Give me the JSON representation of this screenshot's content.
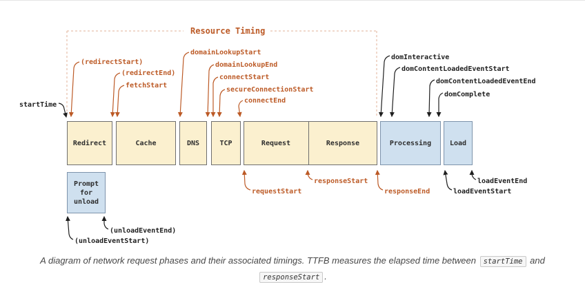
{
  "colors": {
    "orange": "#bc5a26",
    "dash": "#e2b197",
    "ink": "#1f1f1f",
    "tan_fill": "#fbf0cf",
    "tan_border": "#6e6e6e",
    "blue_fill": "#cfe0ef",
    "blue_border": "#7d93ab",
    "box_text": "#2e2e2e",
    "caption_text": "#474747",
    "code_bg": "#f6f6f6",
    "code_border": "#c9c9c9",
    "topline": "#e4e4e4"
  },
  "diagram": {
    "title": "Resource Timing"
  },
  "boxes": {
    "redirect": "Redirect",
    "cache": "Cache",
    "dns": "DNS",
    "tcp": "TCP",
    "request": "Request",
    "response": "Response",
    "processing": "Processing",
    "load": "Load",
    "prompt": "Prompt for unload"
  },
  "labels": {
    "start_time": "startTime",
    "redirect_start": "(redirectStart)",
    "redirect_end": "(redirectEnd)",
    "fetch_start": "fetchStart",
    "domain_lookup_start": "domainLookupStart",
    "domain_lookup_end": "domainLookupEnd",
    "connect_start": "connectStart",
    "secure_connection_start": "secureConnectionStart",
    "connect_end": "connectEnd",
    "dom_interactive": "domInteractive",
    "dom_content_loaded_event_start": "domContentLoadedEventStart",
    "dom_content_loaded_event_end": "domContentLoadedEventEnd",
    "dom_complete": "domComplete",
    "request_start": "requestStart",
    "response_start": "responseStart",
    "response_end": "responseEnd",
    "load_event_start": "loadEventStart",
    "load_event_end": "loadEventEnd",
    "unload_event_start": "(unloadEventStart)",
    "unload_event_end": "(unloadEventEnd)"
  },
  "caption": {
    "text1": "A diagram of network request phases and their associated timings. TTFB measures the elapsed time between",
    "code1": "startTime",
    "text2": "and",
    "code2": "responseStart",
    "text3": "."
  }
}
